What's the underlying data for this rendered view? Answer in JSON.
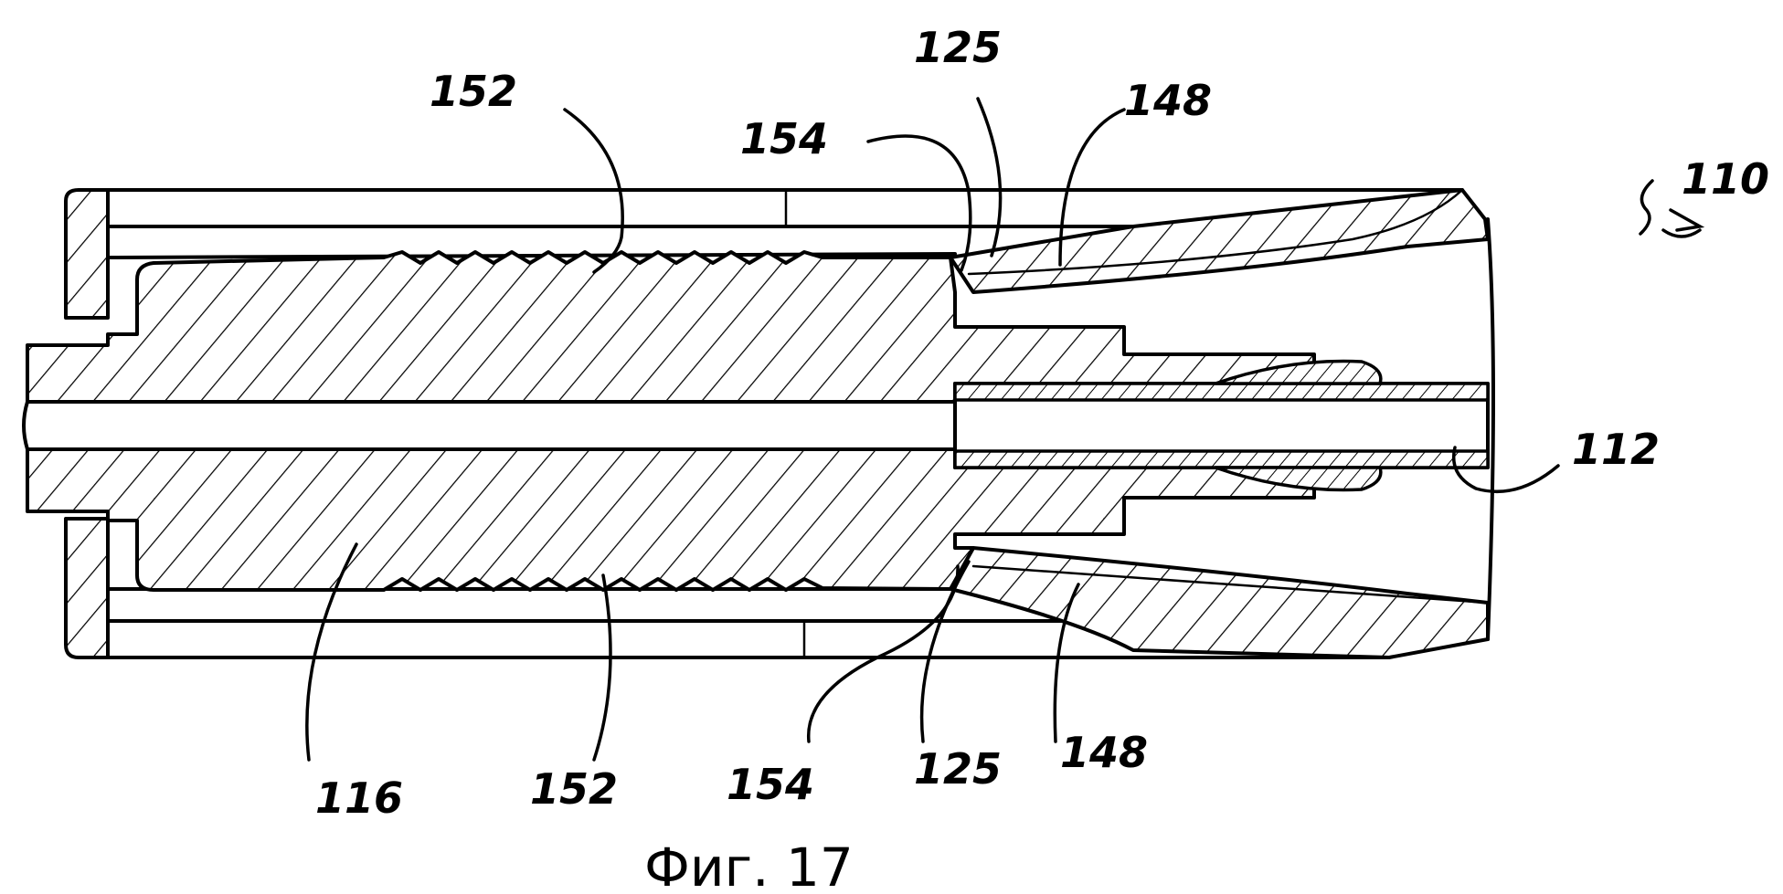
{
  "labels": {
    "top_152": "152",
    "top_154": "154",
    "top_125": "125",
    "top_148": "148",
    "assembly_110": "110",
    "right_112": "112",
    "bottom_116": "116",
    "bottom_152": "152",
    "bottom_154": "154",
    "bottom_125": "125",
    "bottom_148": "148"
  },
  "caption": "Фиг. 17"
}
